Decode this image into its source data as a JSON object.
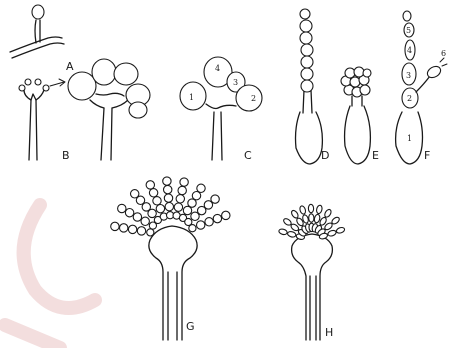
{
  "figure": {
    "panels": [
      {
        "id": "A",
        "label": "A"
      },
      {
        "id": "B",
        "label": "B"
      },
      {
        "id": "C",
        "label": "C",
        "spore_numbers": [
          "1",
          "2",
          "3",
          "4"
        ]
      },
      {
        "id": "D",
        "label": "D"
      },
      {
        "id": "E",
        "label": "E"
      },
      {
        "id": "F",
        "label": "F",
        "spore_numbers": [
          "1",
          "2",
          "3",
          "4",
          "5",
          "6"
        ]
      },
      {
        "id": "G",
        "label": "G"
      },
      {
        "id": "H",
        "label": "H"
      }
    ]
  },
  "colors": {
    "ink": "#1a1a1a",
    "background": "#ffffff",
    "watermark": "#f3dede"
  }
}
